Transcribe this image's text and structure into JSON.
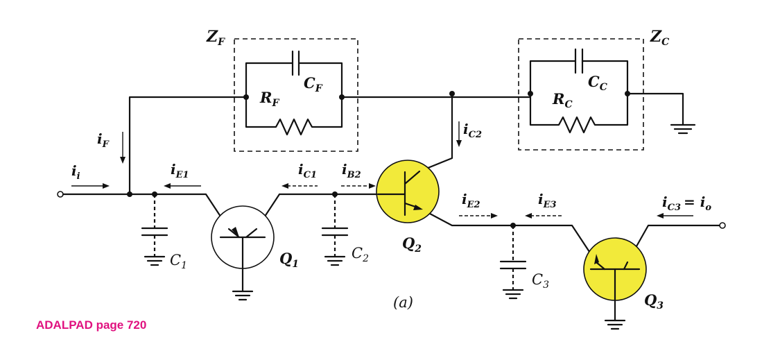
{
  "labels": {
    "ZF": {
      "main": "Z",
      "sub": "F"
    },
    "ZC": {
      "main": "Z",
      "sub": "C"
    },
    "CF": {
      "main": "C",
      "sub": "F"
    },
    "RF": {
      "main": "R",
      "sub": "F"
    },
    "CC": {
      "main": "C",
      "sub": "C"
    },
    "RC": {
      "main": "R",
      "sub": "C"
    },
    "iF": {
      "main": "i",
      "sub": "F"
    },
    "ii": {
      "main": "i",
      "sub": "i"
    },
    "iE1": {
      "main": "i",
      "sub": "E1"
    },
    "iC1": {
      "main": "i",
      "sub": "C1"
    },
    "iB2": {
      "main": "i",
      "sub": "B2"
    },
    "iC2": {
      "main": "i",
      "sub": "C2"
    },
    "iE2": {
      "main": "i",
      "sub": "E2"
    },
    "iE3": {
      "main": "i",
      "sub": "E3"
    },
    "iC3": {
      "main": "i",
      "sub": "C3",
      "tail": "= i",
      "tailsub": "o"
    },
    "C1": {
      "main": "C",
      "sub": "1"
    },
    "C2": {
      "main": "C",
      "sub": "2"
    },
    "C3": {
      "main": "C",
      "sub": "3"
    },
    "Q1": {
      "main": "Q",
      "sub": "1"
    },
    "Q2": {
      "main": "Q",
      "sub": "2"
    },
    "Q3": {
      "main": "Q",
      "sub": "3"
    }
  },
  "figure_label": "(a)",
  "caption": "ADALPAD page 720",
  "colors": {
    "highlight": "#f2ea3a",
    "caption": "#e0117f",
    "ink": "#111111"
  }
}
